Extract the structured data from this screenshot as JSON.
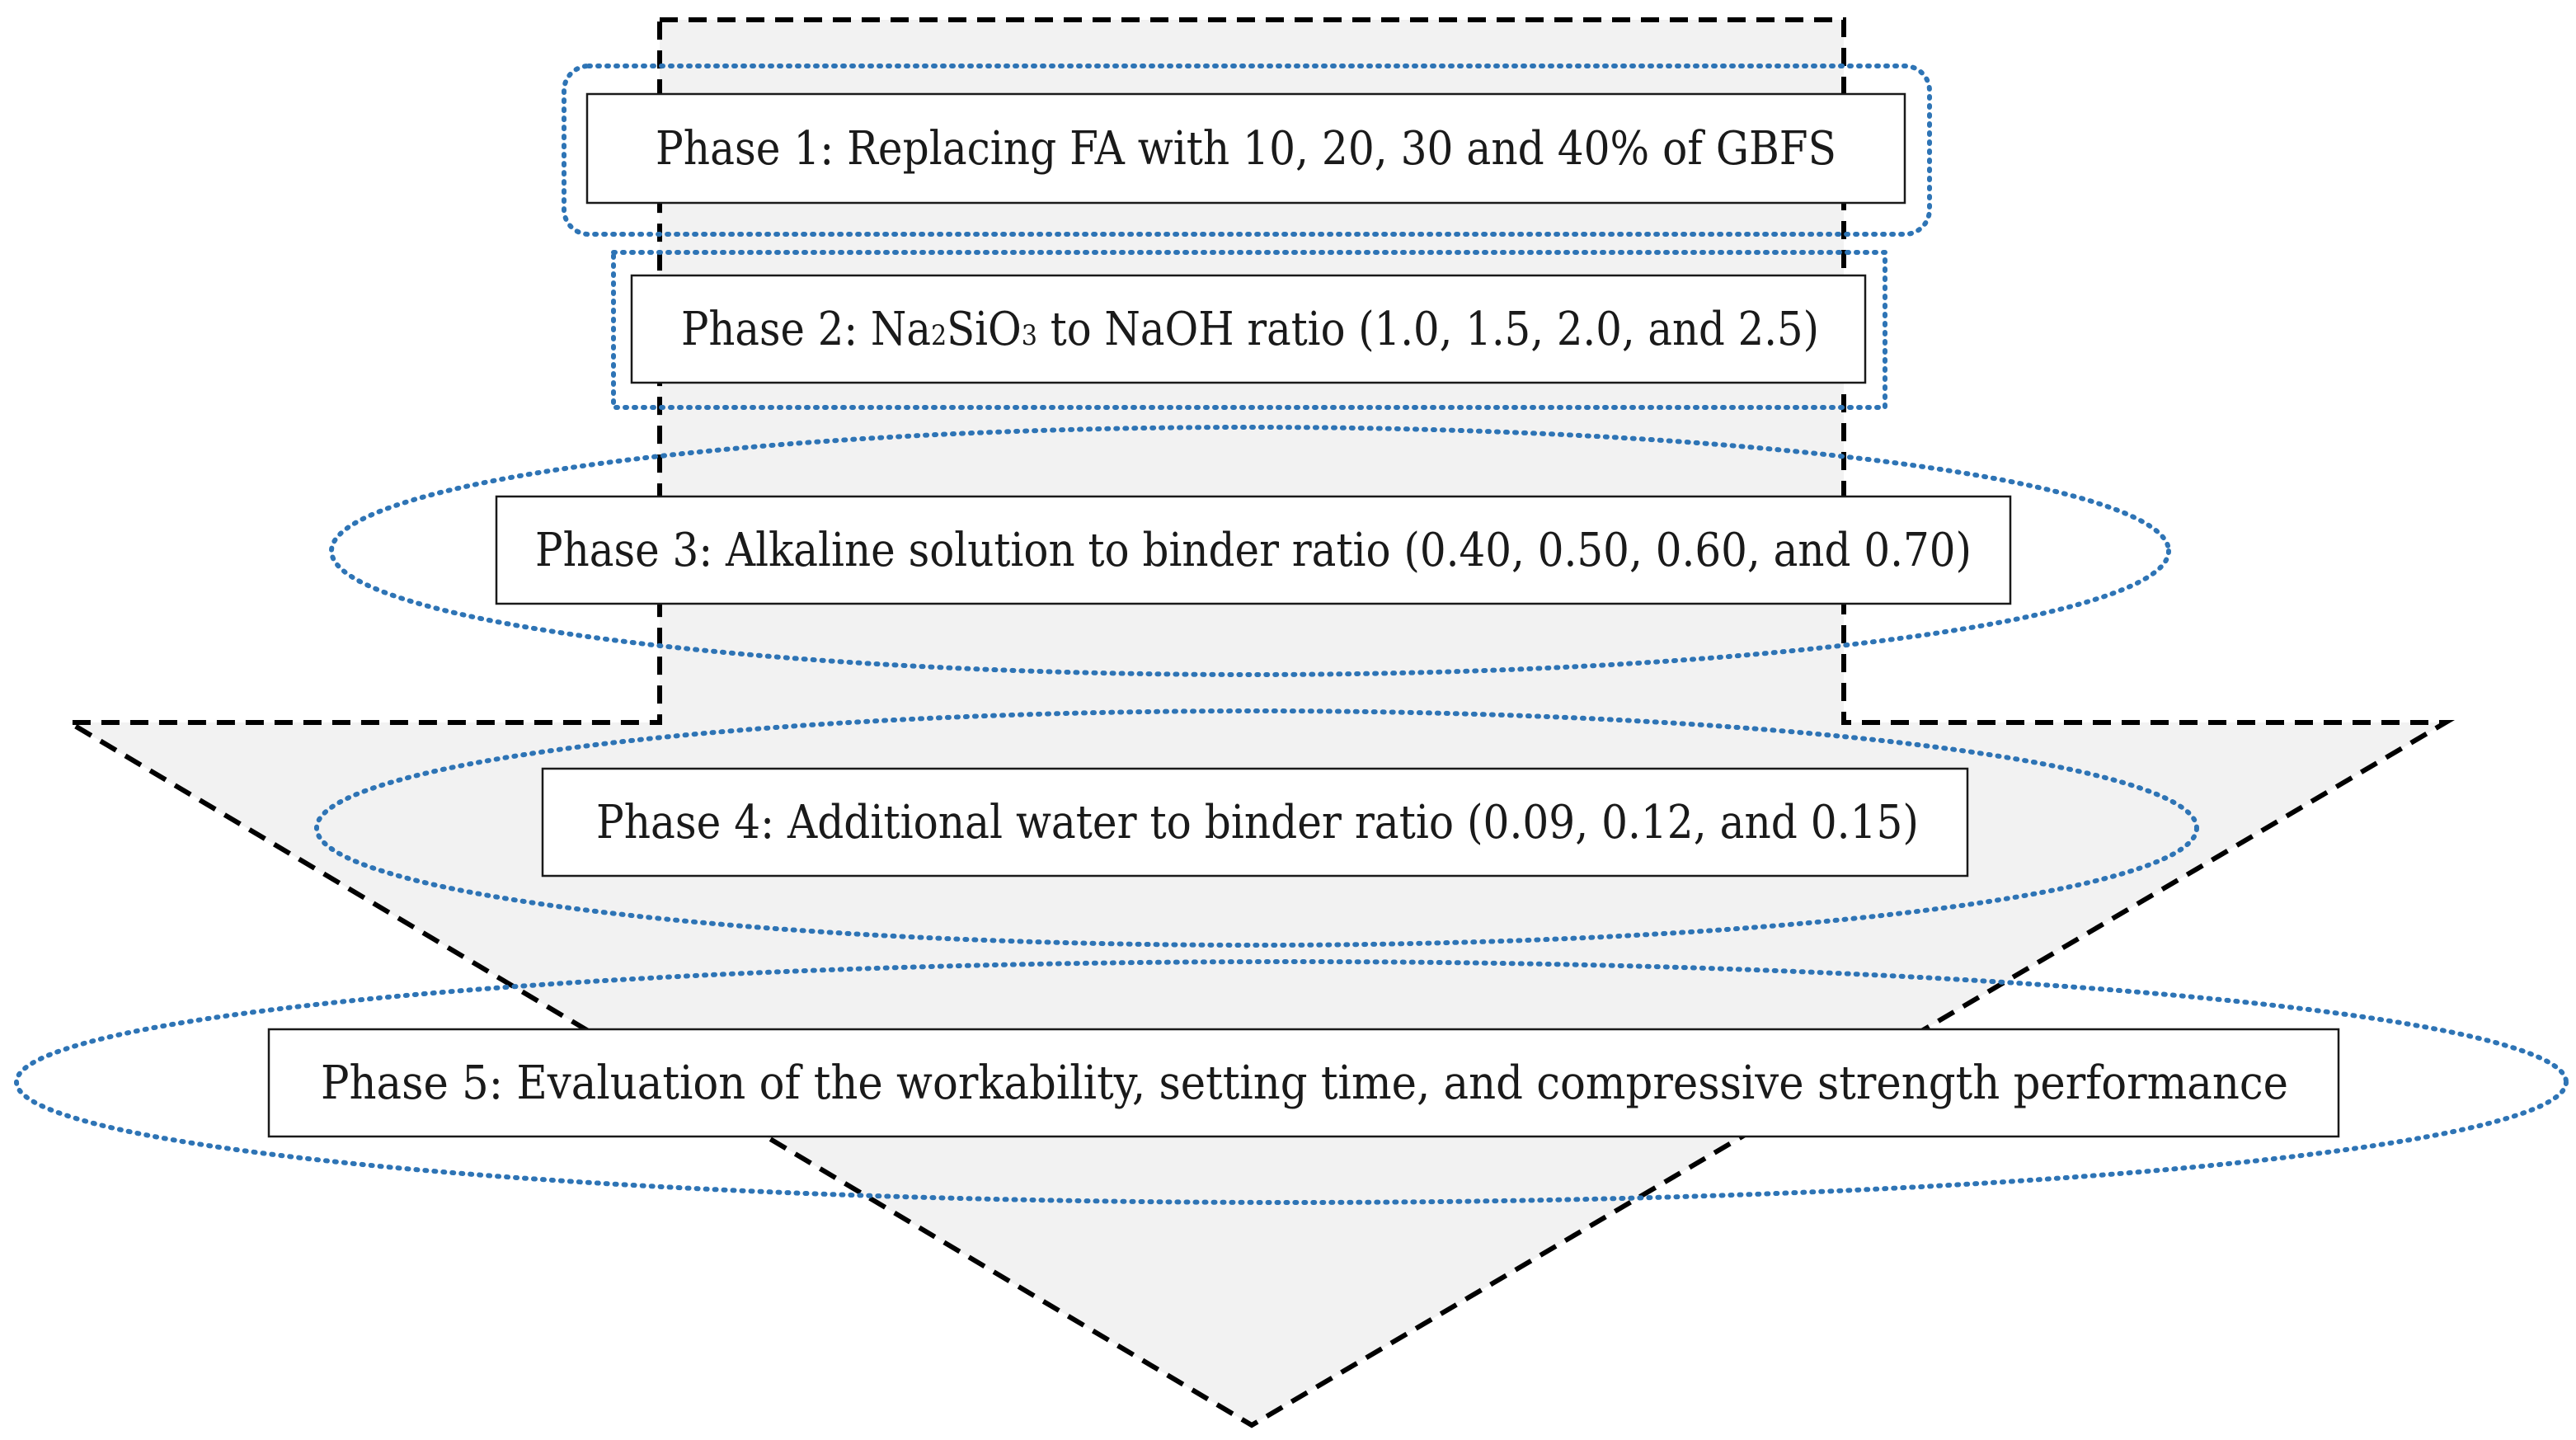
{
  "colors": {
    "arrow_fill": "#f2f2f2",
    "arrow_stroke": "#000000",
    "highlight_outline": "#2e74b5",
    "box_fill": "#ffffff",
    "text": "#1a1a1a"
  },
  "phases": [
    {
      "label": "Phase 1:",
      "text": "Replacing FA with 10, 20, 30 and 40% of GBFS",
      "highlight": "rounded-rectangle"
    },
    {
      "label": "Phase 2:",
      "text_before": "Na",
      "sub1": "2",
      "text_mid": "SiO",
      "sub2": "3",
      "text_after": " to NaOH ratio (1.0, 1.5, 2.0, and 2.5)",
      "highlight": "rectangle"
    },
    {
      "label": "Phase 3:",
      "text": "Alkaline solution to binder ratio (0.40, 0.50, 0.60, and 0.70)",
      "highlight": "ellipse"
    },
    {
      "label": "Phase 4:",
      "text": "Additional water to binder ratio (0.09, 0.12, and 0.15)",
      "highlight": "ellipse"
    },
    {
      "label": "Phase 5:",
      "text": "Evaluation of the workability, setting time, and compressive strength performance",
      "highlight": "ellipse"
    }
  ]
}
